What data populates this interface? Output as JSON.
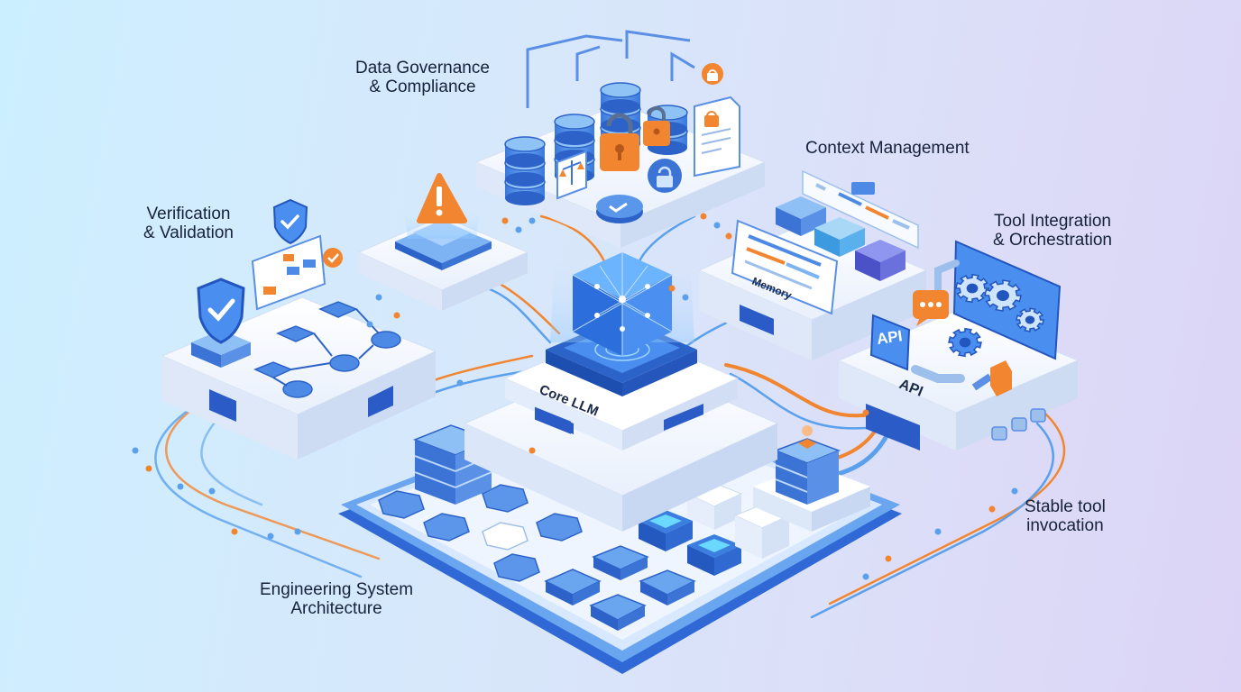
{
  "labels": {
    "governance": [
      "Data Governance",
      "& Compliance"
    ],
    "context": [
      "Context Management"
    ],
    "verification": [
      "Verification",
      "& Validation"
    ],
    "tools": [
      "Tool Integration",
      "& Orchestration"
    ],
    "stable": [
      "Stable tool",
      "invocation"
    ],
    "engineering": [
      "Engineering System",
      "Architecture"
    ]
  },
  "module_text": {
    "core": "Core LLM",
    "memory": "Memory",
    "api_tile": "API",
    "api_platform": "API"
  },
  "colors": {
    "accent_blue": "#3b7fe0",
    "deep_blue": "#2c63c9",
    "light_blue": "#8fc3f5",
    "orange": "#f2852f",
    "platform_white": "#f4f7fd"
  },
  "icons": [
    "database-icon",
    "padlock-icon",
    "document-lock-icon",
    "scales-icon",
    "warning-icon",
    "shield-check-icon",
    "flowchart-icon",
    "gear-icon",
    "chat-bubble-icon",
    "cube-network-icon",
    "server-stack-icon",
    "hexagon-grid-icon"
  ]
}
